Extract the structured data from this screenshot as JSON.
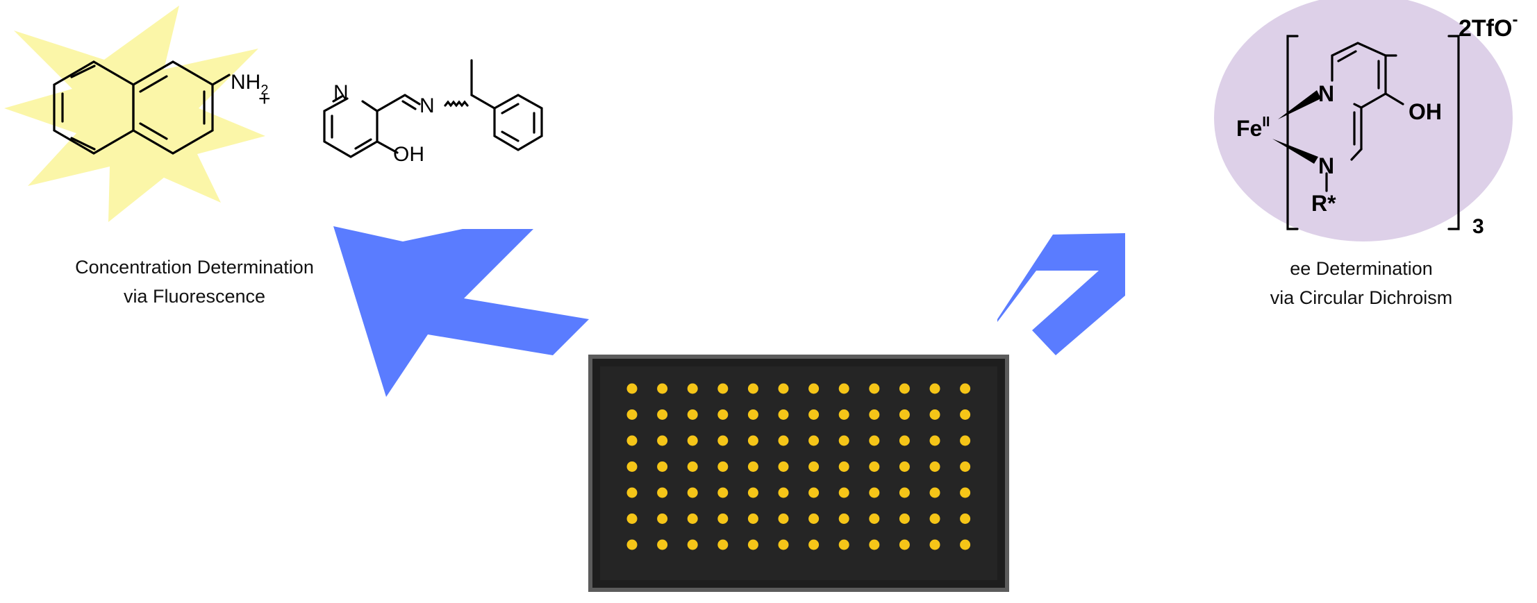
{
  "left_panel": {
    "caption_line1": "Concentration Determination",
    "caption_line2": "via Fluorescence",
    "plus_sign": "+",
    "amine_label": "NH",
    "amine_subscript": "2",
    "pyridine_n": "N",
    "imine_n": "N",
    "hydroxyl": "OH",
    "glow_color": "#fbf6a8"
  },
  "right_panel": {
    "caption_line1": "ee Determination",
    "caption_line2": "via Circular Dichroism",
    "counterion": "2TfO",
    "counterion_charge": "-",
    "metal": "Fe",
    "metal_oxidation": "II",
    "pyridine_n": "N",
    "imine_n": "N",
    "hydroxyl": "OH",
    "substituent": "R*",
    "stoichiometry": "3",
    "halo_color": "#ddd0e8"
  },
  "arrows": {
    "color": "#5a7cff"
  },
  "plate": {
    "rows": 7,
    "columns": 12,
    "well_color": "#f5c518",
    "body_color": "#252525"
  }
}
